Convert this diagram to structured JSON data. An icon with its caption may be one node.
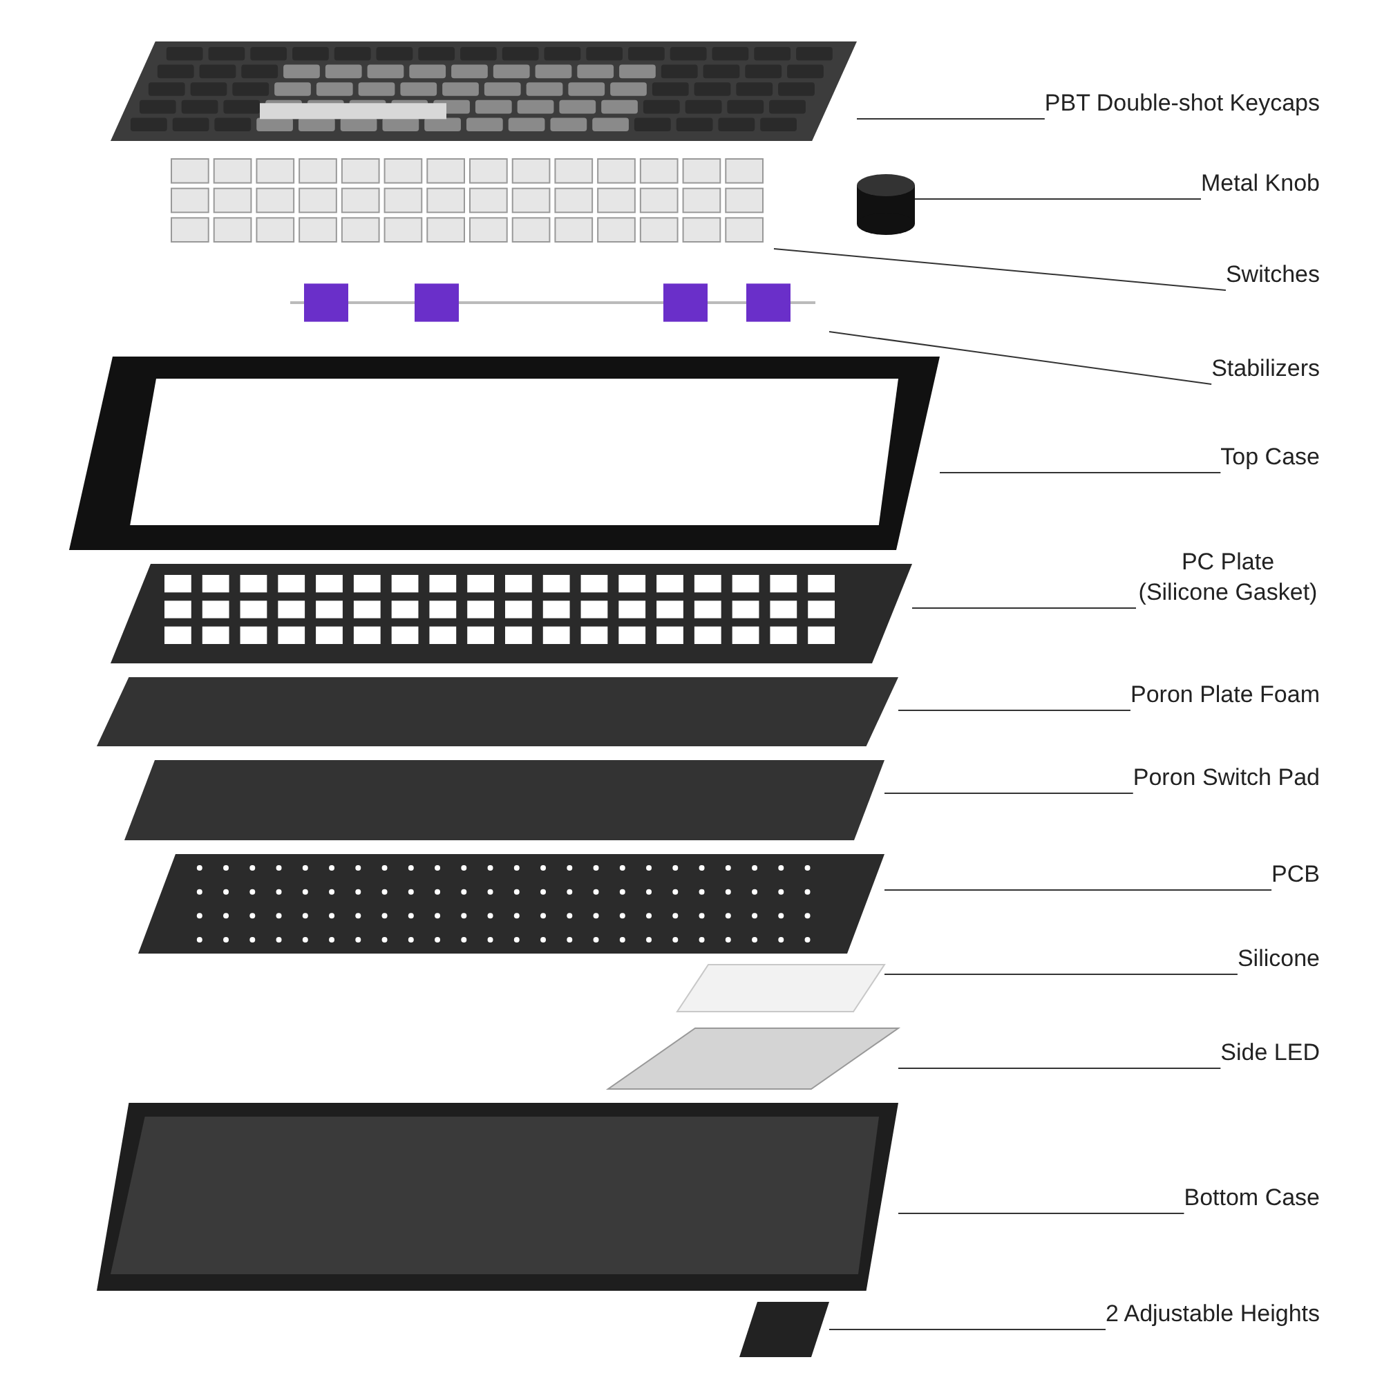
{
  "diagram": {
    "nodes": [
      {
        "text": [
          "PBT Double-shot Keycaps"
        ]
      },
      {
        "text": [
          "Metal Knob"
        ]
      },
      {
        "text": [
          "Switches"
        ]
      },
      {
        "text": [
          "Stabilizers"
        ]
      },
      {
        "text": [
          "Top Case"
        ]
      },
      {
        "text": [
          "PC Plate (Silicone Gasket)"
        ]
      },
      {
        "text": [
          "Poron Plate Foam"
        ]
      },
      {
        "text": [
          "Poron Switch Pad"
        ]
      },
      {
        "text": [
          "PCB"
        ]
      },
      {
        "text": [
          "Silicone"
        ]
      },
      {
        "text": [
          "Side LED"
        ]
      },
      {
        "text": [
          "Bottom Case"
        ]
      },
      {
        "text": [
          "2 Adjustable Heights"
        ]
      },
      {
        "text": [],
        "shape": "picture"
      },
      {
        "text": [],
        "shape": "picture"
      },
      {
        "text": [],
        "shape": "picture"
      },
      {
        "text": [],
        "shape": "picture"
      },
      {
        "text": [],
        "shape": "picture"
      },
      {
        "text": [],
        "shape": "picture"
      },
      {
        "text": [],
        "shape": "picture"
      },
      {
        "text": [],
        "shape": "picture"
      },
      {
        "text": [],
        "shape": "picture"
      },
      {
        "text": [],
        "shape": "picture"
      },
      {
        "text": [],
        "shape": "picture"
      },
      {
        "text": [],
        "shape": "picture"
      },
      {
        "text": [],
        "shape": "picture"
      }
    ],
    "edges": [
      {
        "from": 0,
        "to": 13,
        "arrow": "none"
      },
      {
        "from": 1,
        "to": 14,
        "arrow": "none"
      },
      {
        "from": 2,
        "to": 15,
        "arrow": "none"
      },
      {
        "from": 3,
        "to": 16,
        "arrow": "none"
      },
      {
        "from": 4,
        "to": 17,
        "arrow": "none"
      },
      {
        "from": 5,
        "to": 18,
        "arrow": "none"
      },
      {
        "from": 6,
        "to": 19,
        "arrow": "none"
      },
      {
        "from": 7,
        "to": 20,
        "arrow": "none"
      },
      {
        "from": 8,
        "to": 21,
        "arrow": "none"
      },
      {
        "from": 9,
        "to": 22,
        "arrow": "none"
      },
      {
        "from": 10,
        "to": 23,
        "arrow": "none"
      },
      {
        "from": 11,
        "to": 24,
        "arrow": "none"
      },
      {
        "from": 12,
        "to": 25,
        "arrow": "none"
      }
    ]
  }
}
